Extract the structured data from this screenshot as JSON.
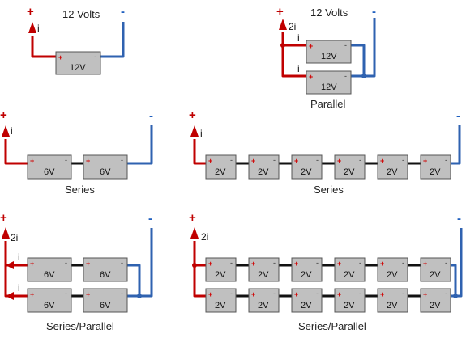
{
  "labels": {
    "top_left_volts": "12 Volts",
    "top_right_volts": "12 Volts",
    "parallel": "Parallel",
    "series_6v": "Series",
    "series_2v": "Series",
    "series_parallel_6v": "Series/Parallel",
    "series_parallel_2v": "Series/Parallel"
  },
  "polarity": {
    "plus": "+",
    "minus": "-"
  },
  "currents": {
    "single": "i",
    "double": "2i"
  },
  "battery_labels": {
    "v12": "12V",
    "v6": "6V",
    "v2": "2V"
  },
  "colors": {
    "positive": "#c00000",
    "negative": "#2f62b0",
    "battery": "#c0c0c0",
    "link": "#111111"
  }
}
